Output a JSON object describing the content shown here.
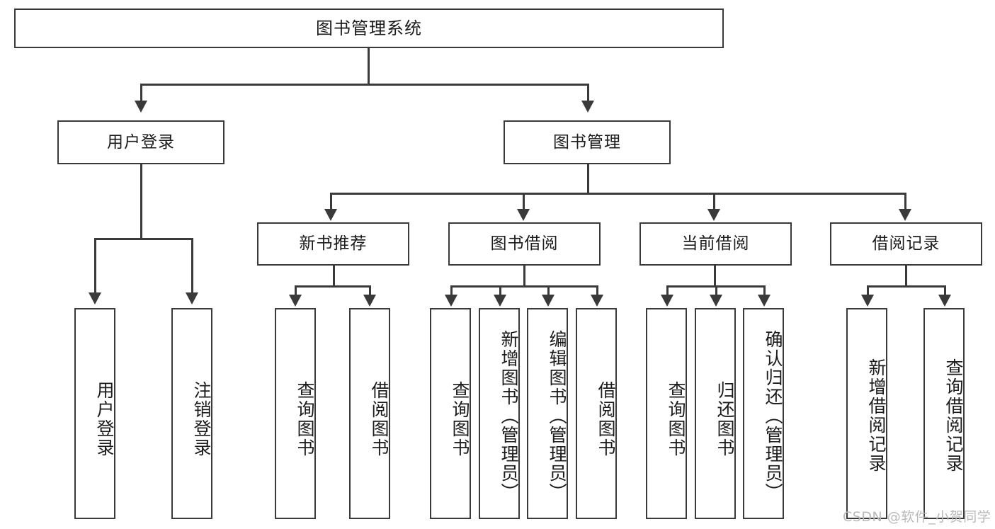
{
  "diagram": {
    "title": "图书管理系统",
    "type": "hierarchy-tree",
    "levels": 4,
    "root": {
      "id": "root",
      "label": "图书管理系统"
    },
    "level2": [
      {
        "id": "user-login",
        "label": "用户登录"
      },
      {
        "id": "book-management",
        "label": "图书管理"
      }
    ],
    "level3": [
      {
        "id": "new-book-recommend",
        "label": "新书推荐",
        "parent": "book-management"
      },
      {
        "id": "book-borrow",
        "label": "图书借阅",
        "parent": "book-management"
      },
      {
        "id": "current-borrow",
        "label": "当前借阅",
        "parent": "book-management"
      },
      {
        "id": "borrow-record",
        "label": "借阅记录",
        "parent": "book-management"
      }
    ],
    "leaves": {
      "user_login": [
        {
          "id": "leaf-user-login",
          "label": "用户登录"
        },
        {
          "id": "leaf-user-logout",
          "label": "注销登录"
        }
      ],
      "new_book_recommend": [
        {
          "id": "leaf-query-book-1",
          "label": "查询图书"
        },
        {
          "id": "leaf-borrow-book-1",
          "label": "借阅图书"
        }
      ],
      "book_borrow": [
        {
          "id": "leaf-query-book-2",
          "label": "查询图书"
        },
        {
          "id": "leaf-add-book",
          "label": "新增图书（管理员）"
        },
        {
          "id": "leaf-edit-book",
          "label": "编辑图书（管理员）"
        },
        {
          "id": "leaf-borrow-book-2",
          "label": "借阅图书"
        }
      ],
      "current_borrow": [
        {
          "id": "leaf-query-book-3",
          "label": "查询图书"
        },
        {
          "id": "leaf-return-book",
          "label": "归还图书"
        },
        {
          "id": "leaf-confirm-return",
          "label": "确认归还（管理员）"
        }
      ],
      "borrow_record": [
        {
          "id": "leaf-add-record",
          "label": "新增借阅记录"
        },
        {
          "id": "leaf-query-record",
          "label": "查询借阅记录"
        }
      ]
    }
  },
  "watermark": {
    "text": "CSDN @软件_小贺同学"
  },
  "colors": {
    "stroke": "#3a3a3a",
    "background": "#ffffff",
    "text": "#1b1b1b",
    "watermark": "#b9b9b9"
  }
}
